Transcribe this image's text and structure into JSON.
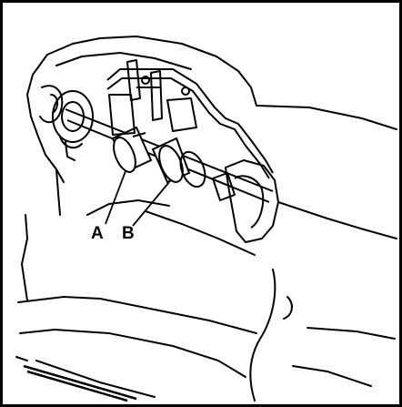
{
  "figure": {
    "callouts": [
      {
        "id": "A",
        "label": "A"
      },
      {
        "id": "B",
        "label": "B"
      }
    ],
    "colors": {
      "ink": "#000000",
      "paper": "#ffffff"
    }
  }
}
